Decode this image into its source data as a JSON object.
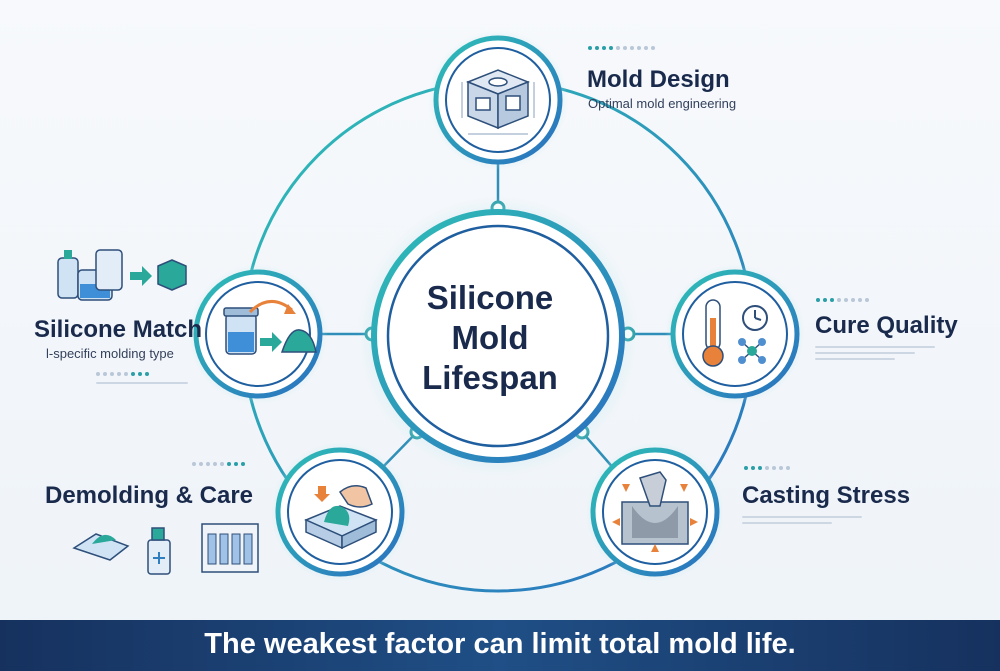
{
  "center": {
    "line1": "Silicone",
    "line2": "Mold",
    "line3": "Lifespan"
  },
  "factors": {
    "mold_design": {
      "title": "Mold Design",
      "subtitle": "Optimal mold engineering"
    },
    "cure_quality": {
      "title": "Cure Quality"
    },
    "casting_stress": {
      "title": "Casting Stress"
    },
    "demolding_care": {
      "title": "Demolding & Care"
    },
    "silicone_match": {
      "title": "Silicone Match",
      "subtitle": "l-specific molding type"
    }
  },
  "footer": {
    "text": "The weakest factor can limit total mold life."
  },
  "colors": {
    "teal": "#2a9fa8",
    "navy": "#1a2a4c",
    "blue": "#2f7fc0",
    "orange": "#e8823a",
    "footer": "#1f4f86"
  }
}
